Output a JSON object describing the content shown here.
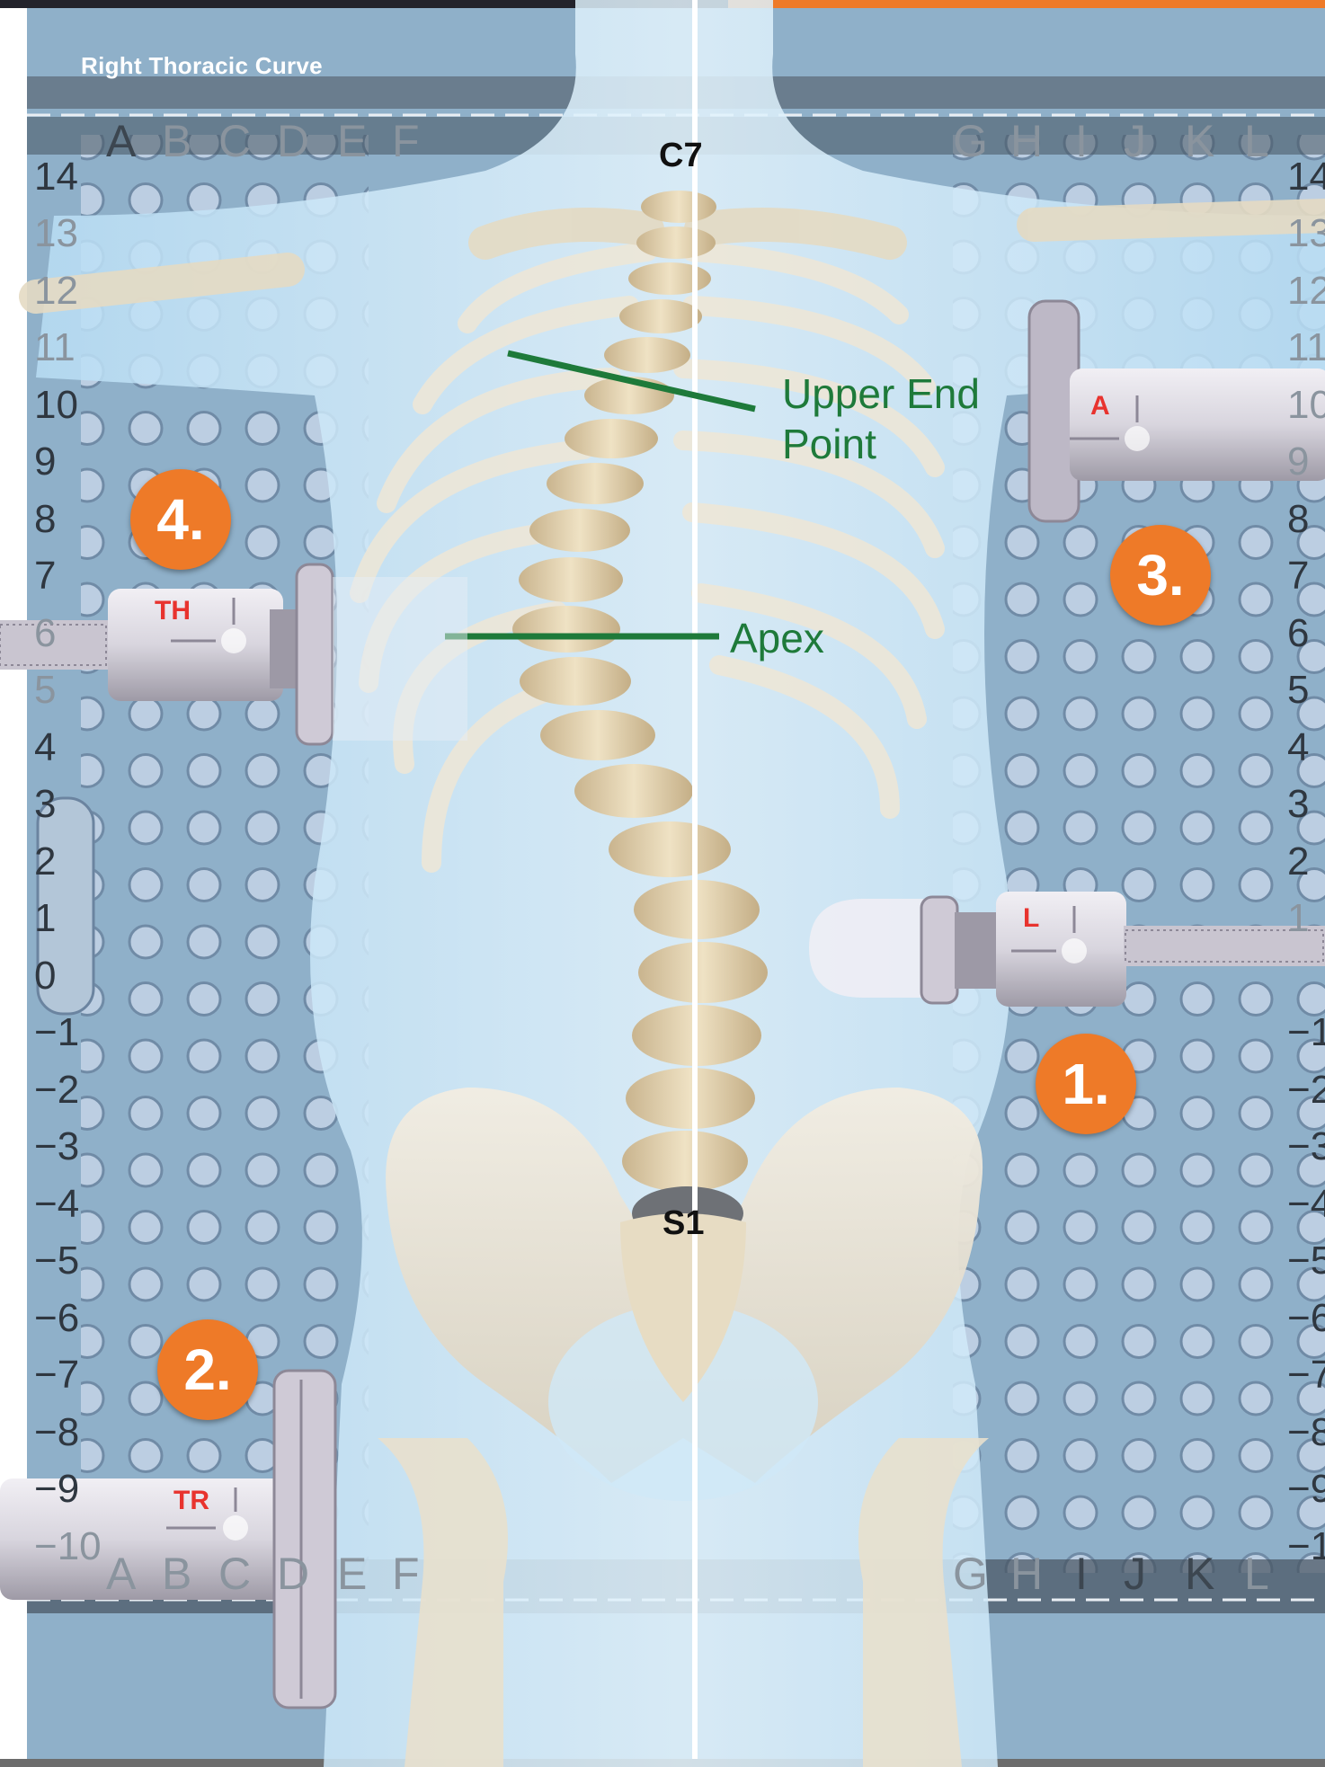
{
  "title": "Right Thoracic Curve",
  "grid": {
    "columns_left": [
      "A",
      "B",
      "C",
      "D",
      "E",
      "F"
    ],
    "columns_right": [
      "G",
      "H",
      "I",
      "J",
      "K",
      "L"
    ],
    "rows": [
      "14",
      "13",
      "12",
      "11",
      "10",
      "9",
      "8",
      "7",
      "6",
      "5",
      "4",
      "3",
      "2",
      "1",
      "0",
      "−1",
      "−2",
      "−3",
      "−4",
      "−5",
      "−6",
      "−7",
      "−8",
      "−9",
      "−10"
    ]
  },
  "vertebrae": {
    "top": "C7",
    "bottom": "S1"
  },
  "annotations": {
    "upper_end_point_line1": "Upper End",
    "upper_end_point_line2": "Point",
    "apex": "Apex"
  },
  "steps": [
    "1.",
    "2.",
    "3.",
    "4."
  ],
  "pads": {
    "pad_1": "L",
    "pad_2": "TR",
    "pad_3": "A",
    "pad_4": "TH"
  },
  "colors": {
    "board": "#8fb0c9",
    "orange_accent": "#ee7a28",
    "annotation_green": "#1e7a3a",
    "pad_label_red": "#e8332e",
    "top_bar_dark": "#23232b"
  }
}
